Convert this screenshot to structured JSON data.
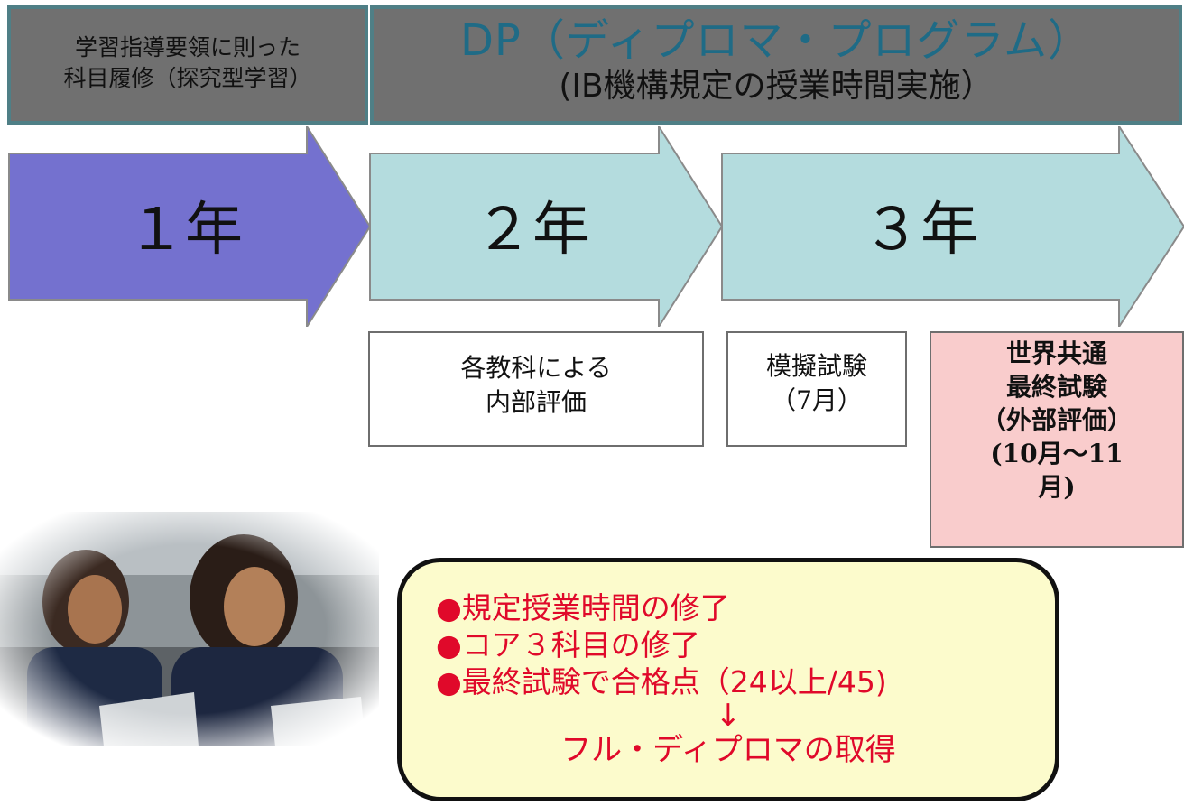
{
  "header": {
    "left_line1": "学習指導要領に則った",
    "left_line2": "科目履修（探究型学習）",
    "dp_title": "DP（ディプロマ・プログラム）",
    "dp_subtitle": "(IB機構規定の授業時間実施）"
  },
  "years": [
    "１年",
    "２年",
    "３年"
  ],
  "colors": {
    "year1": "#7471cf",
    "year2_3": "#b4dcde",
    "gray": "#707070",
    "final_exam_bg": "#f9cccc",
    "requirements_bg": "#fcfbcc",
    "requirements_text": "#e0092a",
    "dp_title": "#1f6b86"
  },
  "assessments": {
    "internal": [
      "各教科による",
      "内部評価"
    ],
    "mock": [
      "模擬試験",
      "（7月）"
    ],
    "final": [
      "世界共通",
      "最終試験",
      "（外部評価）",
      "(10月～11",
      "月)"
    ]
  },
  "requirements": {
    "items": [
      "●規定授業時間の修了",
      "●コア３科目の修了",
      "●最終試験で合格点（24以上/45)"
    ],
    "arrow": "↓",
    "result": "フル・ディプロマの取得"
  },
  "photo": {
    "icon": "classroom-students-photo"
  }
}
